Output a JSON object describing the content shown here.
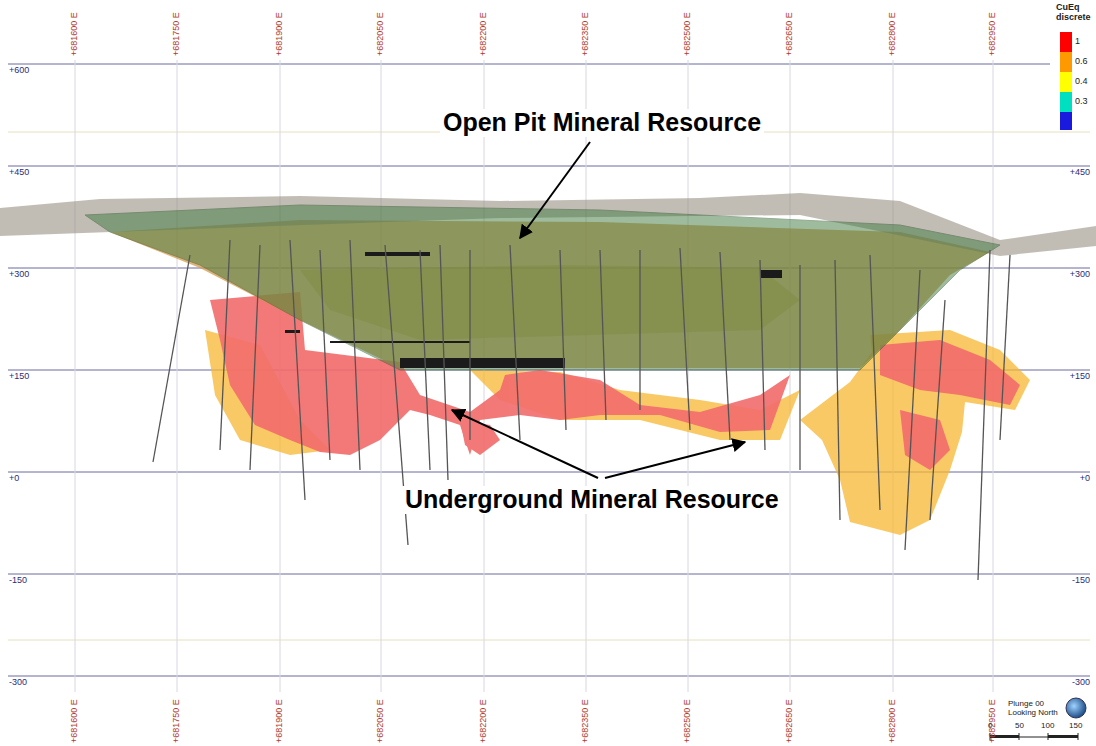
{
  "diagram": {
    "labels": [
      "Open Pit Mineral Resource",
      "Underground Mineral Resource",
      "CuEq discrete",
      "+681600 E",
      "+681750 E",
      "+681900 E",
      "+682050 E",
      "+682200 E",
      "+682350 E",
      "+682500 E",
      "+682650 E",
      "+682800 E",
      "+682950 E",
      "+681600 E",
      "+681750 E",
      "+681900 E",
      "+682050 E",
      "+682200 E",
      "+682350 E",
      "+682500 E",
      "+682650 E",
      "+682800 E",
      "+682950 E",
      "+600",
      "+450",
      "+300",
      "+150",
      "+0",
      "-150",
      "-300",
      "+450",
      "+300",
      "+150",
      "+0",
      "-150",
      "-300",
      "Plunge 00",
      "Looking North",
      "0",
      "50",
      "100",
      "150"
    ],
    "legend": [
      {
        "text": "1",
        "color": "#ff0000"
      },
      {
        "text": "0.6",
        "color": "#ff9900"
      },
      {
        "text": "0.4",
        "color": "#ffff00"
      },
      {
        "text": "0.3",
        "color": "#00e0c0"
      }
    ]
  }
}
